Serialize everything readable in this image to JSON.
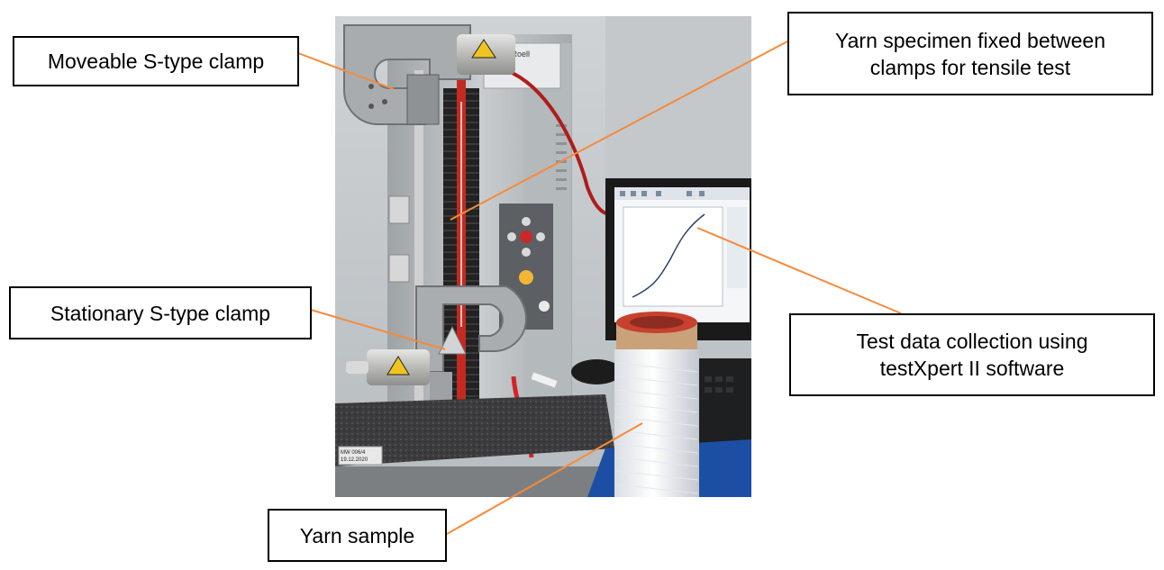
{
  "labels": {
    "moveable_clamp": "Moveable S-type clamp",
    "yarn_specimen": "Yarn specimen fixed between\nclamps for tensile test",
    "stationary_clamp": "Stationary S-type clamp",
    "test_data": "Test data collection using\ntestXpert II software",
    "yarn_sample": "Yarn sample"
  },
  "photo": {
    "description": "tensile testing machine with S-type clamps, yarn spool and monitor",
    "machine_plate_text": "MW 006/4\n19.12.2020",
    "brand_text": "Zwick Roell"
  },
  "colors": {
    "leader": "#F58A3C",
    "box_border": "#000000"
  }
}
